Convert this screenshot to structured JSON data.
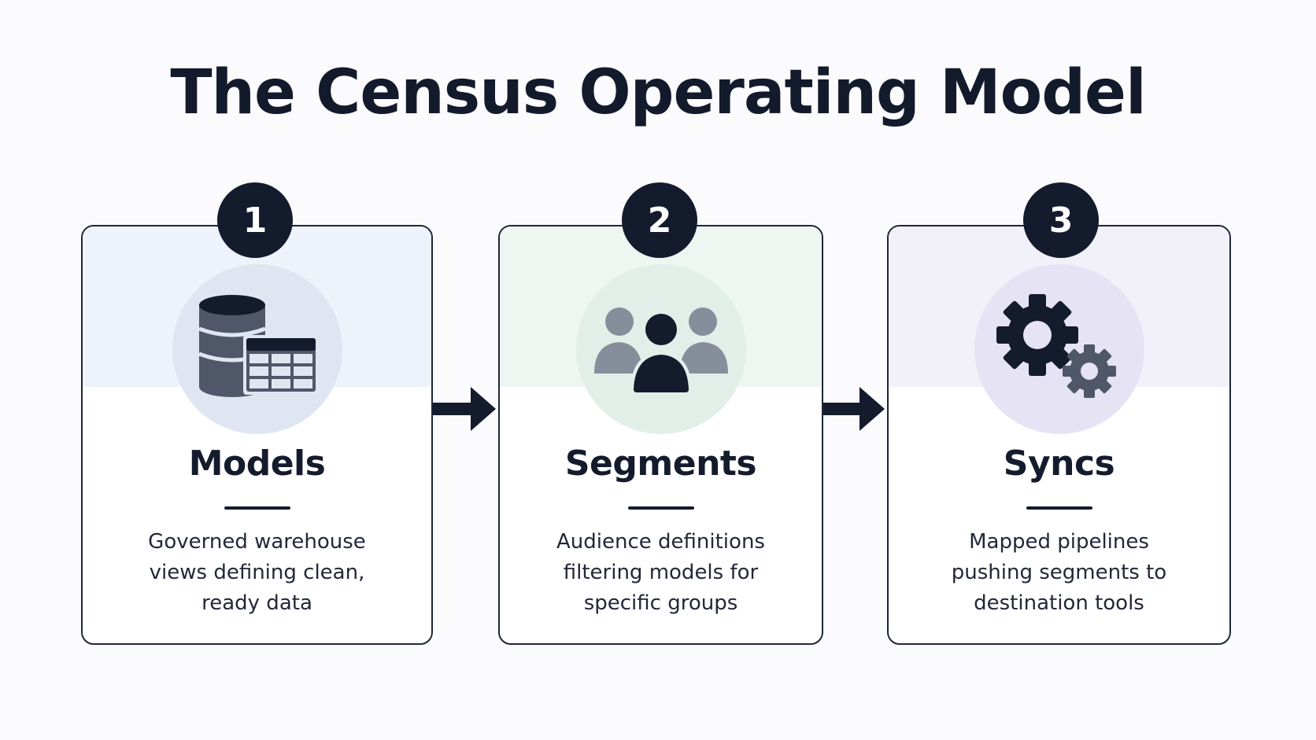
{
  "title": "The Census Operating Model",
  "steps": [
    {
      "number": "1",
      "name": "Models",
      "icon": "database-table-icon",
      "description": [
        "Governed warehouse",
        "views defining clean,",
        "ready data"
      ]
    },
    {
      "number": "2",
      "name": "Segments",
      "icon": "users-group-icon",
      "description": [
        "Audience definitions",
        "filtering models for",
        "specific groups"
      ]
    },
    {
      "number": "3",
      "name": "Syncs",
      "icon": "gears-icon",
      "description": [
        "Mapped pipelines",
        "pushing segments to",
        "destination tools"
      ]
    }
  ],
  "colors": {
    "dark": "#141b2d",
    "icon_muted": "#4f5769",
    "models_tint": "#eef2fa",
    "segments_tint": "#eef6f2",
    "syncs_tint": "#f2f0f9"
  }
}
